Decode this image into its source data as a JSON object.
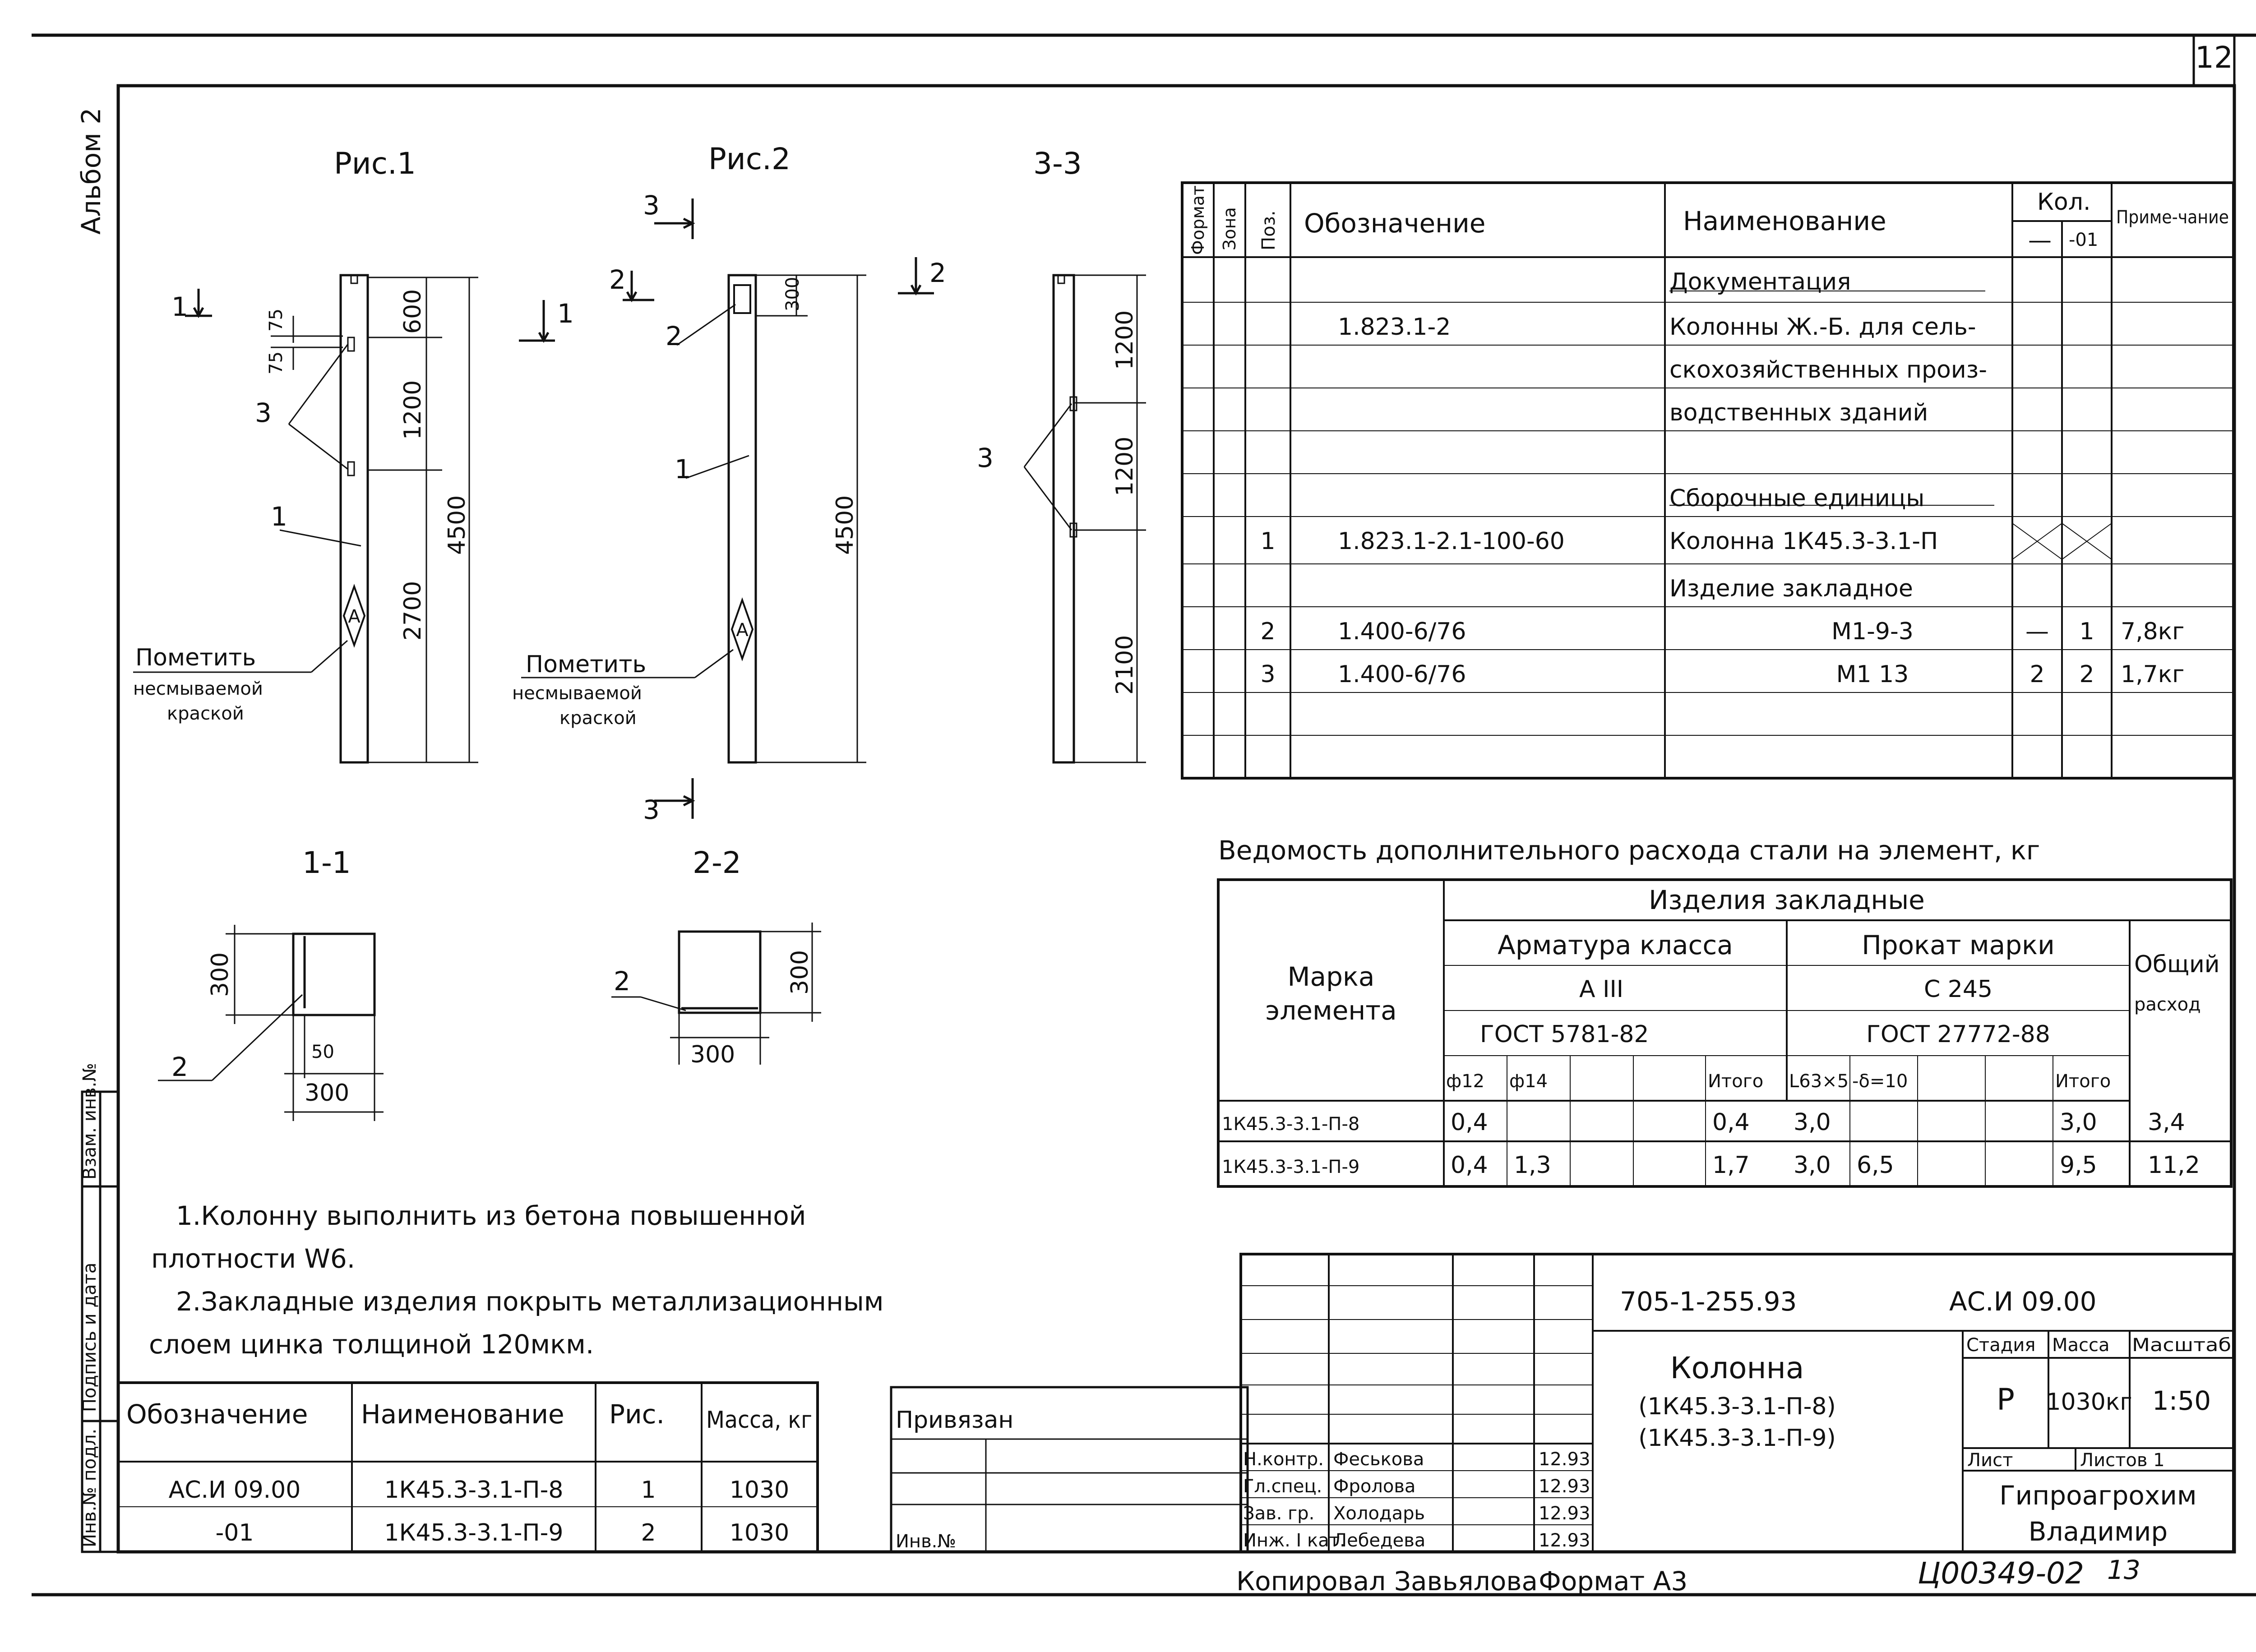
{
  "album": "Альбом 2",
  "page_number": "12",
  "figures": {
    "fig1": "Рис.1",
    "fig2": "Рис.2",
    "sec33": "3-3",
    "sec11": "1-1",
    "sec22": "2-2"
  },
  "fig1": {
    "arrow_mark": "1",
    "pos_labels": [
      "3",
      "1"
    ],
    "dims": [
      "75",
      "75",
      "600",
      "1200",
      "2700",
      "4500"
    ],
    "mark_letter": "А",
    "note": [
      "Пометить",
      "несмываемой",
      "краской"
    ]
  },
  "fig2": {
    "arrow_marks": [
      "1",
      "2",
      "2",
      "3",
      "3"
    ],
    "pos_labels": [
      "2",
      "1"
    ],
    "dims": [
      "300",
      "4500"
    ],
    "mark_letter": "А",
    "note": [
      "Пометить",
      "несмываемой",
      "краской"
    ]
  },
  "sec33": {
    "pos_label": "3",
    "dims": [
      "1200",
      "1200",
      "2100"
    ]
  },
  "sec11": {
    "pos_label": "2",
    "dims": [
      "300",
      "50",
      "300"
    ]
  },
  "sec22": {
    "pos_label": "2",
    "dims": [
      "300",
      "300"
    ]
  },
  "spec_table": {
    "headers": {
      "format": "Формат",
      "zone": "Зона",
      "pos": "Поз.",
      "designation": "Обозначение",
      "name": "Наименование",
      "qty": "Кол.",
      "qty_a": "—",
      "qty_b": "-01",
      "note": "Приме-чание"
    },
    "rows": [
      {
        "pos": "",
        "designation": "",
        "name": "Документация",
        "qa": "",
        "qb": "",
        "note": ""
      },
      {
        "pos": "",
        "designation": "1.823.1-2",
        "name": "Колонны Ж.-Б. для сель-",
        "qa": "",
        "qb": "",
        "note": ""
      },
      {
        "pos": "",
        "designation": "",
        "name": "скохозяйственных произ-",
        "qa": "",
        "qb": "",
        "note": ""
      },
      {
        "pos": "",
        "designation": "",
        "name": "водственных зданий",
        "qa": "",
        "qb": "",
        "note": ""
      },
      {
        "pos": "",
        "designation": "",
        "name": "",
        "qa": "",
        "qb": "",
        "note": ""
      },
      {
        "pos": "",
        "designation": "",
        "name": "Сборочные единицы",
        "qa": "",
        "qb": "",
        "note": ""
      },
      {
        "pos": "1",
        "designation": "1.823.1-2.1-100-60",
        "name": "Колонна 1К45.3-3.1-П",
        "qa": "",
        "qb": "",
        "note": ""
      },
      {
        "pos": "",
        "designation": "",
        "name": "Изделие закладное",
        "qa": "",
        "qb": "",
        "note": ""
      },
      {
        "pos": "2",
        "designation": "1.400-6/76",
        "name": "М1-9-3",
        "qa": "—",
        "qb": "1",
        "note": "7,8кг"
      },
      {
        "pos": "3",
        "designation": "1.400-6/76",
        "name": "М1 13",
        "qa": "2",
        "qb": "2",
        "note": "1,7кг"
      },
      {
        "pos": "",
        "designation": "",
        "name": "",
        "qa": "",
        "qb": "",
        "note": ""
      },
      {
        "pos": "",
        "designation": "",
        "name": "",
        "qa": "",
        "qb": "",
        "note": ""
      }
    ]
  },
  "steel": {
    "title": "Ведомость дополнительного расхода стали на элемент, кг",
    "h_mark": [
      "Марка",
      "элемента"
    ],
    "h_embedded": "Изделия закладные",
    "h_rebar": "Арматура класса",
    "h_rebar_class": "А III",
    "h_rebar_gost": "ГОСТ 5781-82",
    "h_rolled": "Прокат марки",
    "h_rolled_grade": "С 245",
    "h_rolled_gost": "ГОСТ 27772-88",
    "h_total": [
      "Общий",
      "расход"
    ],
    "sub": [
      "ф12",
      "ф14",
      "",
      "",
      "Итого",
      "L63×5",
      "-δ=10",
      "",
      "",
      "Итого"
    ],
    "rows": [
      {
        "mark": "1К45.3-3.1-П-8",
        "v": [
          "0,4",
          "",
          "",
          "",
          "0,4",
          "3,0",
          "",
          "",
          "",
          "3,0"
        ],
        "total": "3,4"
      },
      {
        "mark": "1К45.3-3.1-П-9",
        "v": [
          "0,4",
          "1,3",
          "",
          "",
          "1,7",
          "3,0",
          "6,5",
          "",
          "",
          "9,5"
        ],
        "total": "11,2"
      }
    ]
  },
  "notes": [
    "1.Колонну выполнить из бетона повышенной",
    "плотности W6.",
    "2.Закладные изделия покрыть металлизационным",
    "слоем цинка толщиной 120мкм."
  ],
  "items": {
    "headers": [
      "Обозначение",
      "Наименование",
      "Рис.",
      "Масса, кг"
    ],
    "rows": [
      [
        "АС.И 09.00",
        "1К45.3-3.1-П-8",
        "1",
        "1030"
      ],
      [
        "-01",
        "1К45.3-3.1-П-9",
        "2",
        "1030"
      ]
    ]
  },
  "binding": {
    "privyazan": "Привязан",
    "inv": "Инв.№"
  },
  "side_stamp": [
    "Инв.№ подл.",
    "Подпись и дата",
    "Взам. инв.№"
  ],
  "stamp": {
    "doc_code": "705-1-255.93",
    "sheet_code": "АС.И 09.00",
    "title": [
      "Колонна",
      "(1К45.3-3.1-П-8)",
      "(1К45.3-3.1-П-9)"
    ],
    "stage_label": "Стадия",
    "mass_label": "Масса",
    "scale_label": "Масштаб",
    "stage": "Р",
    "mass": "1030кг",
    "scale": "1:50",
    "sheet_label": "Лист",
    "sheets_label": "Листов 1",
    "org": [
      "Гипроагрохим",
      "Владимир"
    ],
    "roles": [
      {
        "role": "Н.контр.",
        "name": "Феськова",
        "date": "12.93"
      },
      {
        "role": "Гл.спец.",
        "name": "Фролова",
        "date": "12.93"
      },
      {
        "role": "Зав. гр.",
        "name": "Холодарь",
        "date": "12.93"
      },
      {
        "role": "Инж. I кат.",
        "name": "Лебедева",
        "date": "12.93"
      }
    ]
  },
  "footer": {
    "copied": "Копировал Завьялова",
    "format": "Формат А3",
    "archive": "Ц00349-02",
    "archive_page": "13"
  }
}
